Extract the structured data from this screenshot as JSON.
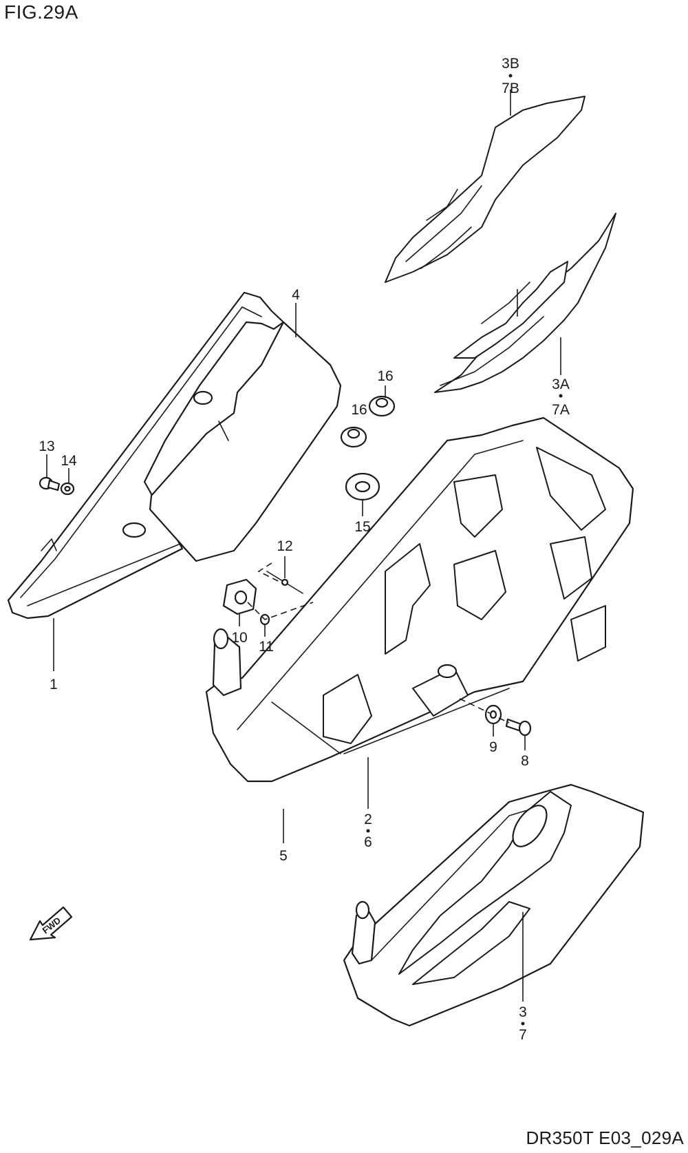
{
  "figure": {
    "title": "FIG.29A",
    "drawing_code": "DR350T E03_029A"
  },
  "callouts": {
    "c1": "1",
    "c2_6_top": "2",
    "c2_6_bottom": "6",
    "c3_7_top": "3",
    "c3_7_bottom": "7",
    "c3a_7a_top": "3A",
    "c3a_7a_bottom": "7A",
    "c3b_7b_top": "3B",
    "c3b_7b_bottom": "7B",
    "c4": "4",
    "c5": "5",
    "c8": "8",
    "c9": "9",
    "c10": "10",
    "c11": "11",
    "c12": "12",
    "c13": "13",
    "c14": "14",
    "c15": "15",
    "c16_upper": "16",
    "c16_lower": "16"
  },
  "fwd_indicator": {
    "label": "FWD",
    "icon": "forward-arrow-icon"
  }
}
